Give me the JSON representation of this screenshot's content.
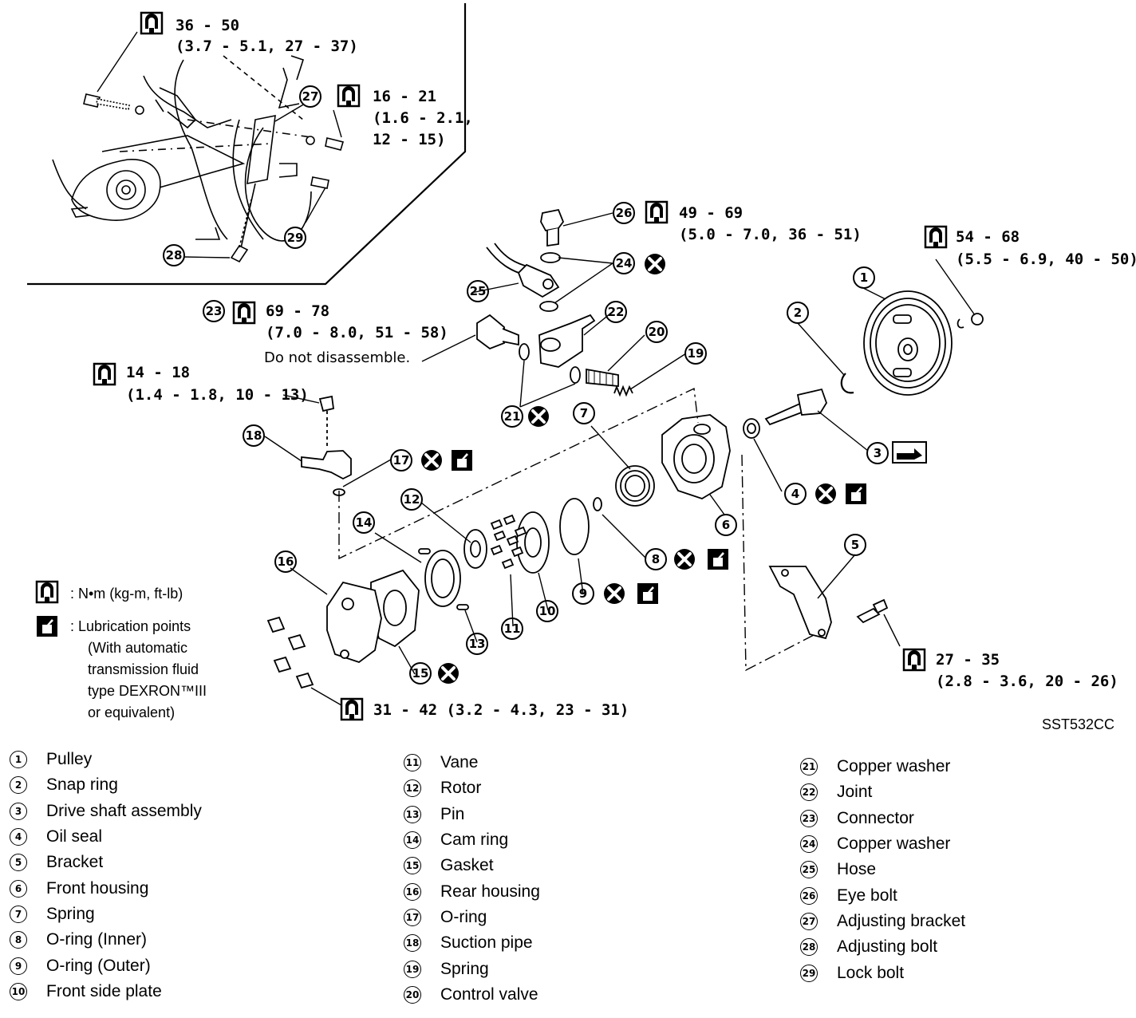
{
  "figure_code": "SST532CC",
  "key": {
    "torque_symbol_text": ": N•m (kg-m, ft-lb)",
    "lube_symbol_text": ": Lubrication points",
    "lube_note": [
      "(With automatic",
      "transmission fluid",
      "type DEXRON™III",
      "or equivalent)"
    ]
  },
  "torque_specs": {
    "t1": [
      "36 - 50",
      "(3.7 - 5.1, 27 - 37)"
    ],
    "t2": [
      "16 - 21",
      "(1.6 - 2.1,",
      "12 - 15)"
    ],
    "t3": [
      "49 - 69",
      "(5.0 - 7.0, 36 - 51)"
    ],
    "t4": [
      "54 - 68",
      "(5.5 - 6.9, 40 - 50)"
    ],
    "t5": [
      "69 - 78",
      "(7.0 - 8.0, 51 - 58)"
    ],
    "t6": [
      "14 - 18",
      "(1.4 - 1.8, 10 - 13)"
    ],
    "t7": [
      "27 - 35",
      "(2.8 - 3.6, 20 - 26)"
    ],
    "t8": [
      "31 - 42 (3.2 - 4.3, 23 - 31)"
    ]
  },
  "note_do_not_disassemble": "Do not disassemble.",
  "callouts": [
    "1",
    "2",
    "3",
    "4",
    "5",
    "6",
    "7",
    "8",
    "9",
    "10",
    "11",
    "12",
    "13",
    "14",
    "15",
    "16",
    "17",
    "18",
    "19",
    "20",
    "21",
    "22",
    "23",
    "24",
    "25",
    "26",
    "27",
    "28",
    "29"
  ],
  "legend": {
    "col1": [
      {
        "num": "1",
        "label": "Pulley"
      },
      {
        "num": "2",
        "label": "Snap ring"
      },
      {
        "num": "3",
        "label": "Drive shaft assembly"
      },
      {
        "num": "4",
        "label": "Oil seal"
      },
      {
        "num": "5",
        "label": "Bracket"
      },
      {
        "num": "6",
        "label": "Front housing"
      },
      {
        "num": "7",
        "label": "Spring"
      },
      {
        "num": "8",
        "label": "O-ring (Inner)"
      },
      {
        "num": "9",
        "label": "O-ring (Outer)"
      },
      {
        "num": "10",
        "label": "Front side plate"
      }
    ],
    "col2": [
      {
        "num": "11",
        "label": "Vane"
      },
      {
        "num": "12",
        "label": "Rotor"
      },
      {
        "num": "13",
        "label": "Pin"
      },
      {
        "num": "14",
        "label": "Cam ring"
      },
      {
        "num": "15",
        "label": "Gasket"
      },
      {
        "num": "16",
        "label": "Rear housing"
      },
      {
        "num": "17",
        "label": "O-ring"
      },
      {
        "num": "18",
        "label": "Suction pipe"
      },
      {
        "num": "19",
        "label": "Spring"
      },
      {
        "num": "20",
        "label": "Control valve"
      }
    ],
    "col3": [
      {
        "num": "21",
        "label": "Copper washer"
      },
      {
        "num": "22",
        "label": "Joint"
      },
      {
        "num": "23",
        "label": "Connector"
      },
      {
        "num": "24",
        "label": "Copper washer"
      },
      {
        "num": "25",
        "label": "Hose"
      },
      {
        "num": "26",
        "label": "Eye bolt"
      },
      {
        "num": "27",
        "label": "Adjusting bracket"
      },
      {
        "num": "28",
        "label": "Adjusting bolt"
      },
      {
        "num": "29",
        "label": "Lock bolt"
      }
    ]
  }
}
